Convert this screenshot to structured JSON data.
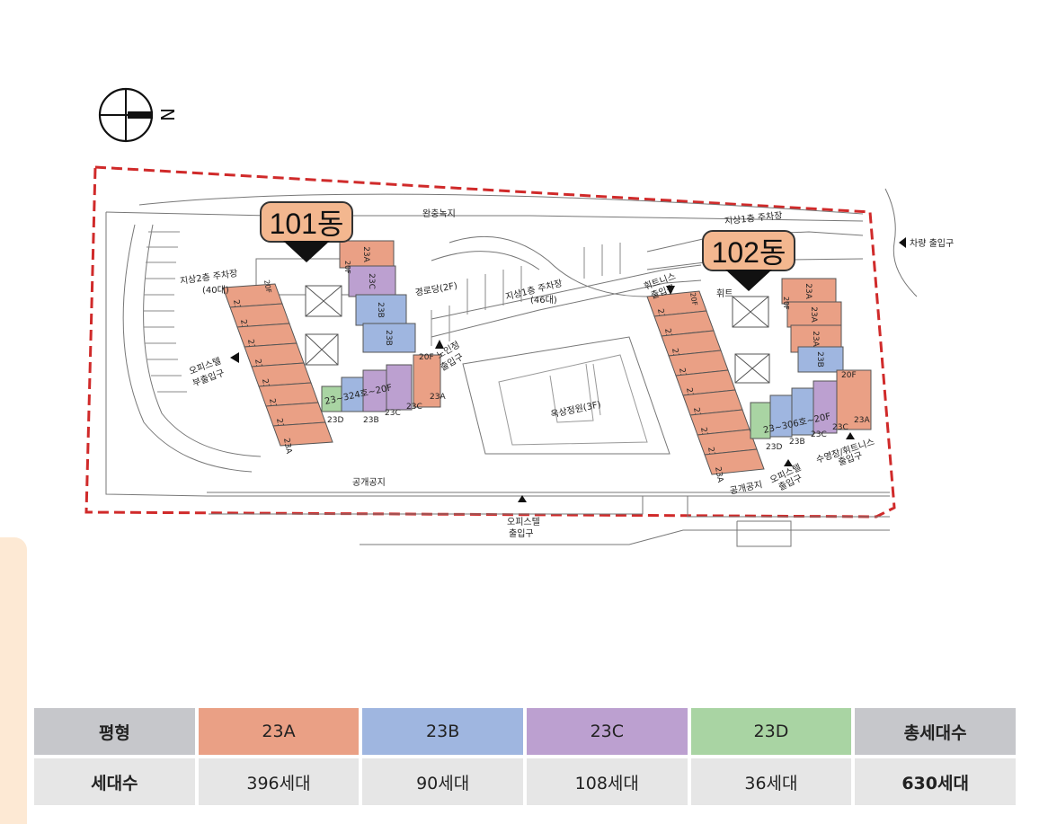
{
  "compass": {
    "label": "N"
  },
  "buildings": {
    "b101": "101동",
    "b102": "102동"
  },
  "labels": {
    "top_road": "완충녹지",
    "parking_2f": "지상2층 주차장",
    "parking_2f_count": "(40대)",
    "parking_1f": "지상1층 주차장",
    "parking_1f_count": "(46대)",
    "parking_1f_right": "지상1층 주차장",
    "path_2f": "경로당(2F)",
    "senior_entry_1": "노인정",
    "senior_entry_2": "출입구",
    "office_sub_entry_1": "오피스텔",
    "office_sub_entry_2": "부출입구",
    "fitness_entry_1": "휘트니스",
    "fitness_entry_2": "출입구",
    "rooftop_garden": "옥상정원(3F)",
    "public_space_left": "공개공지",
    "public_space_right": "공개공지",
    "office_entry_1": "오피스텔",
    "office_entry_2": "출입구",
    "office_entry_r1": "오피스텔",
    "office_entry_r2": "출입구",
    "pool_entry_1": "수영장/휘트니스",
    "pool_entry_2": "출입구",
    "car_entry": "차량 출입구",
    "range_101": "23~324호~20F",
    "range_102": "23~306호~20F",
    "floor_20f": "20F",
    "fitness_short": "휘트"
  },
  "unit_codes": {
    "a": "23A",
    "b": "23B",
    "c": "23C",
    "d": "23D"
  },
  "colors": {
    "a": "#eaa085",
    "b": "#9fb6e0",
    "c": "#bca0d0",
    "d": "#a9d4a3",
    "outline": "#d02a2a"
  },
  "legend": {
    "header": [
      "평형",
      "23A",
      "23B",
      "23C",
      "23D",
      "총세대수"
    ],
    "counts": [
      "세대수",
      "396세대",
      "90세대",
      "108세대",
      "36세대",
      "630세대"
    ]
  }
}
